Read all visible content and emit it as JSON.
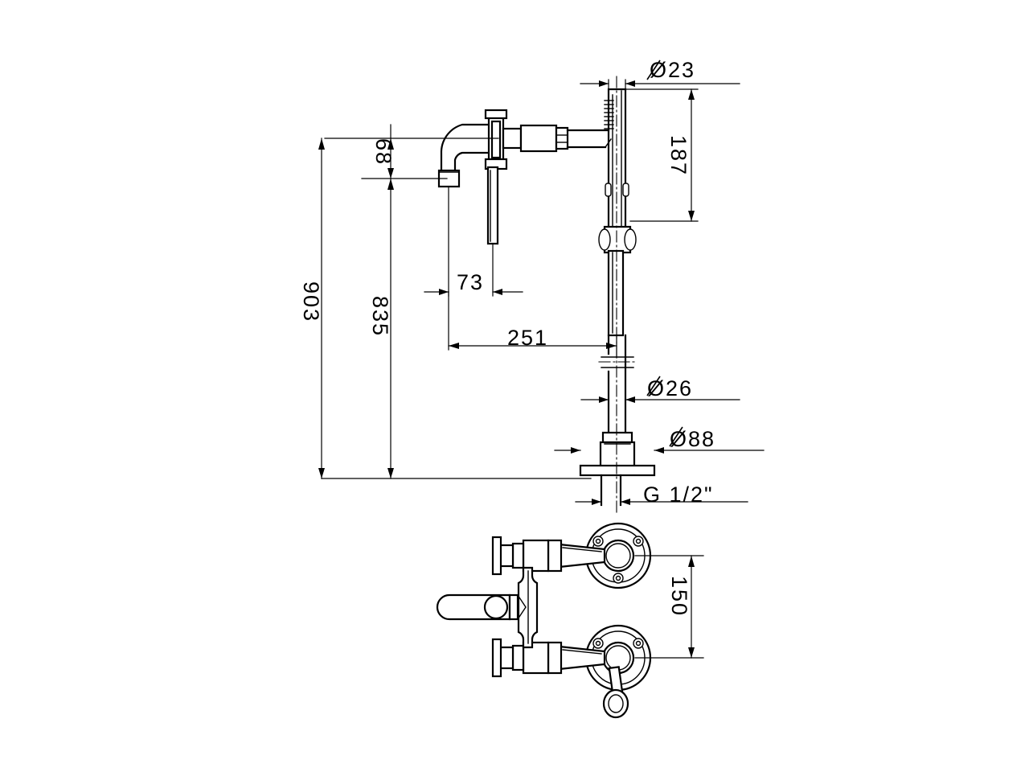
{
  "drawing": {
    "type": "engineering-dimension-drawing",
    "subject": "wall-mounted bath mixer with hand shower and floor-standing riser",
    "units": "mm",
    "background_color": "#ffffff",
    "line_color": "#000000"
  },
  "dimensions": {
    "overall_height": "903",
    "spout_height": "835",
    "spout_drop": "68",
    "handshower_length": "187",
    "handshower_diameter": "Ø23",
    "riser_diameter": "Ø26",
    "base_flange_diameter": "Ø88",
    "thread_callout": "G 1/2\"",
    "handle_offset": "73",
    "spout_projection": "251",
    "inlet_centres": "150"
  },
  "labels": [
    {
      "id": "dia23",
      "text": "Ø23",
      "orientation": "horizontal"
    },
    {
      "id": "d187",
      "text": "187",
      "orientation": "vertical"
    },
    {
      "id": "d68",
      "text": "68",
      "orientation": "vertical"
    },
    {
      "id": "d903",
      "text": "903",
      "orientation": "vertical"
    },
    {
      "id": "d835",
      "text": "835",
      "orientation": "vertical"
    },
    {
      "id": "d73",
      "text": "73",
      "orientation": "horizontal"
    },
    {
      "id": "d251",
      "text": "251",
      "orientation": "horizontal"
    },
    {
      "id": "dia26",
      "text": "Ø26",
      "orientation": "horizontal"
    },
    {
      "id": "dia88",
      "text": "Ø88",
      "orientation": "horizontal"
    },
    {
      "id": "gthread",
      "text": "G  1/2\"",
      "orientation": "horizontal"
    },
    {
      "id": "d150",
      "text": "150",
      "orientation": "vertical"
    }
  ],
  "views": {
    "elevation": {
      "name": "front elevation with riser and hand shower"
    },
    "detail": {
      "name": "wall union / valve body front view"
    }
  }
}
